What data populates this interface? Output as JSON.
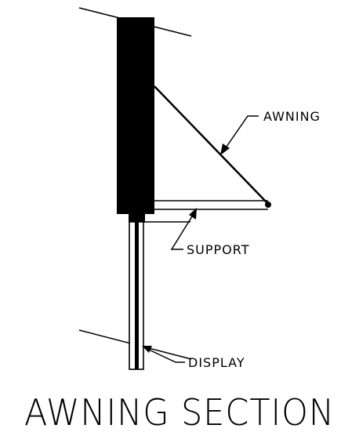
{
  "labels": {
    "awning": "AWNING",
    "support": "SUPPORT",
    "display": "DISPLAY"
  },
  "title": "AWNING SECTION",
  "colors": {
    "ink": "#000000",
    "paper": "#ffffff"
  }
}
